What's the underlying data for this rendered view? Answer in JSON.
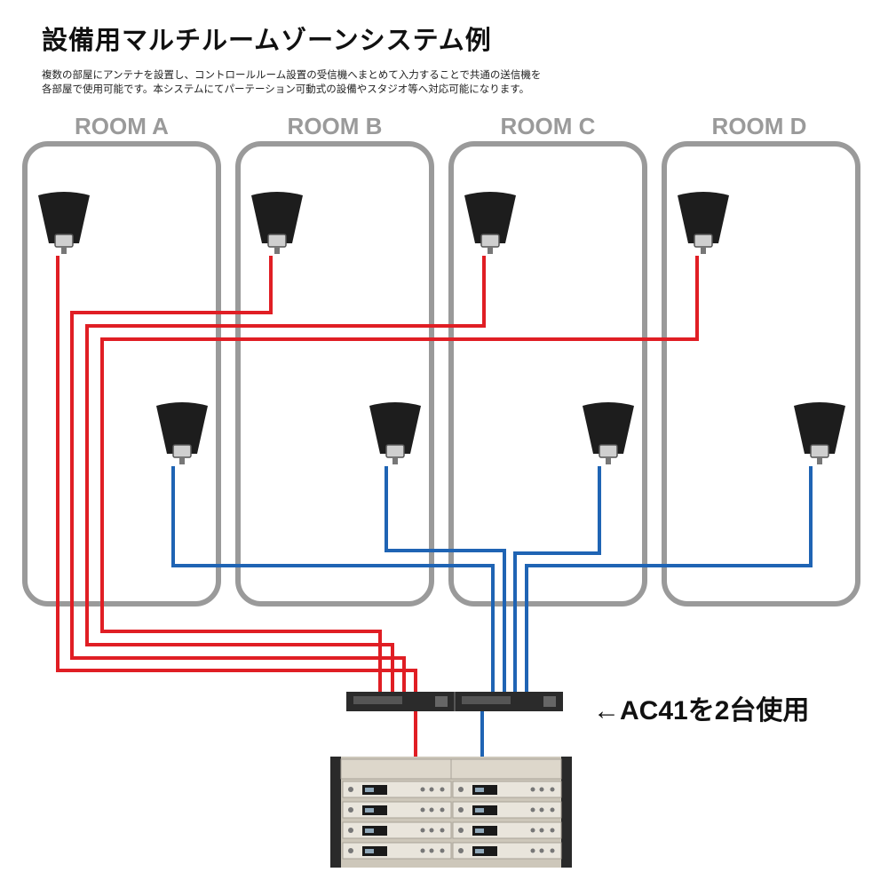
{
  "title": "設備用マルチルームゾーンシステム例",
  "description_line1": "複数の部屋にアンテナを設置し、コントロールルーム設置の受信機へまとめて入力することで共通の送信機を",
  "description_line2": "各部屋で使用可能です。本システムにてパーテーション可動式の設備やスタジオ等へ対応可能になります。",
  "rooms": [
    {
      "label": "ROOM A"
    },
    {
      "label": "ROOM B"
    },
    {
      "label": "ROOM C"
    },
    {
      "label": "ROOM D"
    }
  ],
  "note": "←AC41を2台使用",
  "colors": {
    "room_outline": "#9a9a9a",
    "cable_red": "#e01e24",
    "cable_blue": "#1f64b4",
    "antenna": "#1d1d1d",
    "rack_panel": "#d9d3c6",
    "combiner": "#2b2b2b"
  },
  "icons": {
    "antenna": "directional-antenna-icon",
    "combiner": "ac41-combiner-icon",
    "receiver": "receiver-rack-icon"
  }
}
